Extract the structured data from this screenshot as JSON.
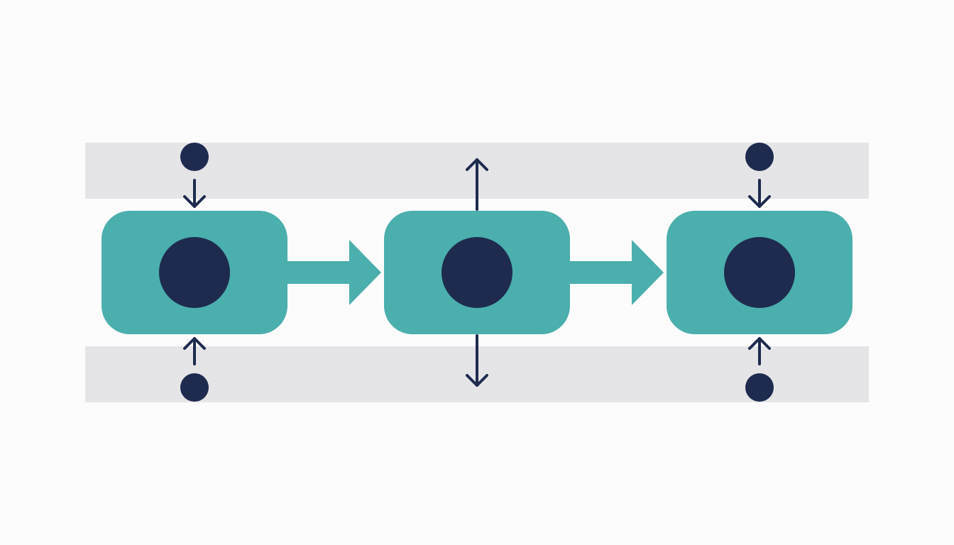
{
  "colors": {
    "background": "#fdfcfd",
    "band": "#e5e4e7",
    "node": "#4bafad",
    "core": "#1e2b4f",
    "arrow": "#4bafad",
    "connector": "#1e2b4f"
  },
  "diagram": {
    "bands": [
      {
        "name": "top-band"
      },
      {
        "name": "bottom-band"
      }
    ],
    "nodes": [
      {
        "name": "node-1",
        "top_connector": "inbound",
        "bottom_connector": "inbound",
        "top_dot": true,
        "bottom_dot": true
      },
      {
        "name": "node-2",
        "top_connector": "outbound",
        "bottom_connector": "outbound",
        "top_dot": false,
        "bottom_dot": false
      },
      {
        "name": "node-3",
        "top_connector": "inbound",
        "bottom_connector": "inbound",
        "top_dot": true,
        "bottom_dot": true
      }
    ],
    "flows": [
      {
        "from": "node-1",
        "to": "node-2",
        "icon": "arrow-right-icon"
      },
      {
        "from": "node-2",
        "to": "node-3",
        "icon": "arrow-right-icon"
      }
    ]
  }
}
